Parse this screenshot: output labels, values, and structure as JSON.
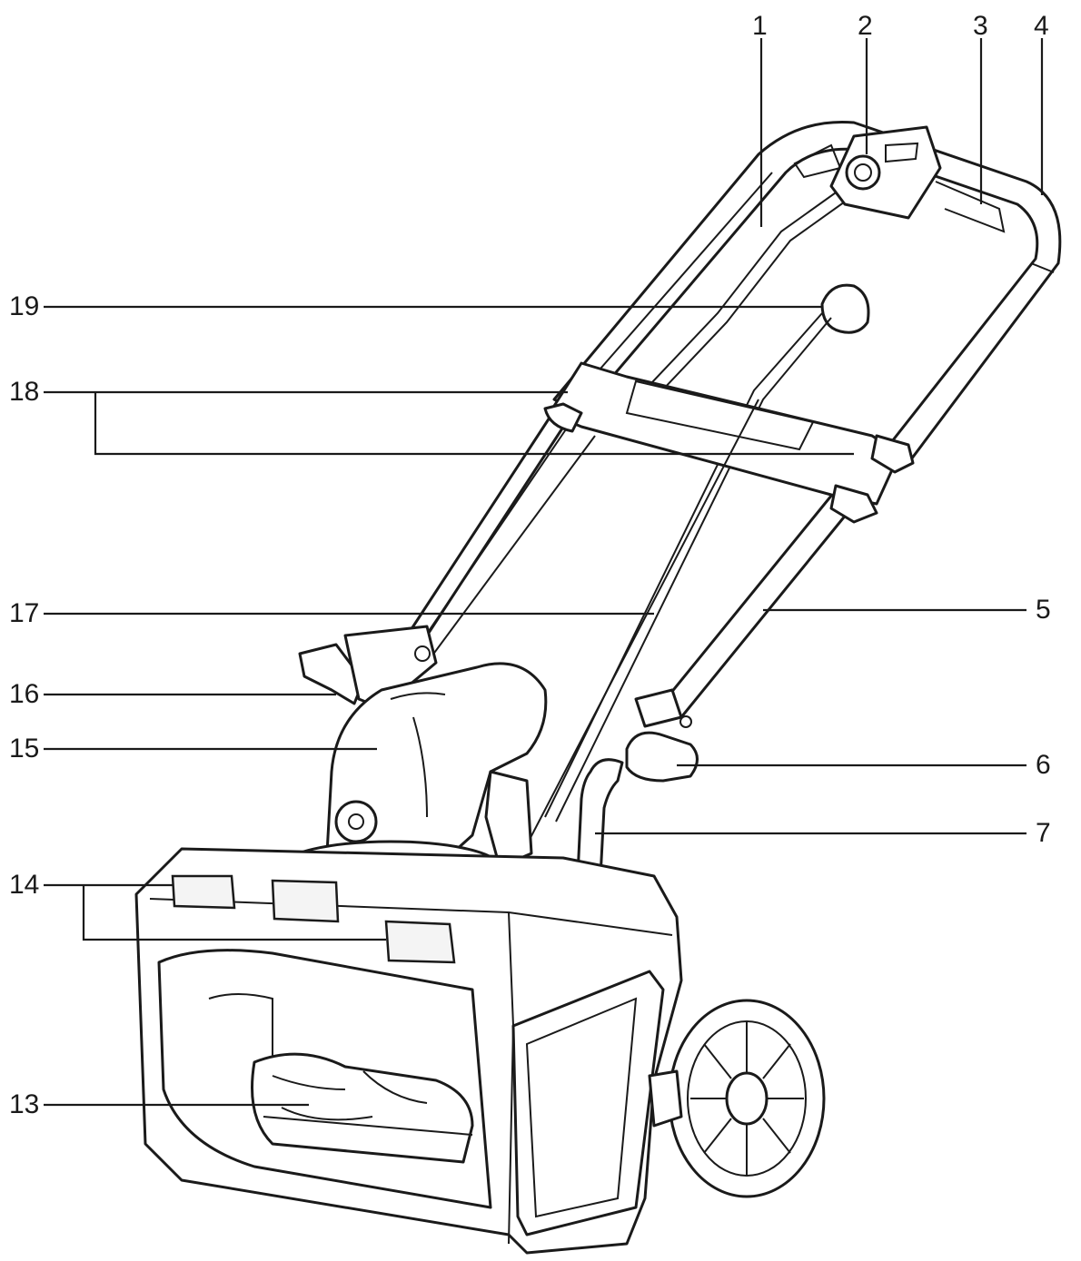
{
  "callouts": {
    "c1": "1",
    "c2": "2",
    "c3": "3",
    "c4": "4",
    "c5": "5",
    "c6": "6",
    "c7": "7",
    "c13": "13",
    "c14": "14",
    "c15": "15",
    "c16": "16",
    "c17": "17",
    "c18": "18",
    "c19": "19"
  }
}
